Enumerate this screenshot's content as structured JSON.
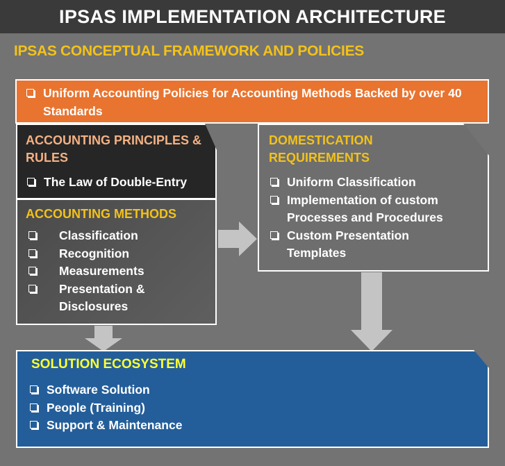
{
  "title": "IPSAS IMPLEMENTATION  ARCHITECTURE",
  "subtitle": "IPSAS CONCEPTUAL FRAMEWORK AND POLICIES",
  "policies": {
    "items": [
      "Uniform Accounting Policies for Accounting Methods Backed by over 40 Standards"
    ]
  },
  "principles": {
    "heading": "ACCOUNTING PRINCIPLES & RULES",
    "items": [
      "The Law of Double-Entry"
    ]
  },
  "methods": {
    "heading": "ACCOUNTING METHODS",
    "items": [
      "Classification",
      "Recognition",
      "Measurements",
      "Presentation & Disclosures"
    ]
  },
  "domestication": {
    "heading": "DOMESTICATION REQUIREMENTS",
    "items": [
      "Uniform Classification",
      "Implementation of custom Processes and Procedures",
      "Custom Presentation Templates"
    ]
  },
  "solution": {
    "heading": "SOLUTION ECOSYSTEM",
    "items": [
      "Software Solution",
      "People (Training)",
      "Support & Maintenance"
    ]
  },
  "colors": {
    "title_bar": "#3a3a3a",
    "background": "#737373",
    "orange": "#e87430",
    "blue": "#235e9a",
    "yellow": "#f2c21b"
  }
}
